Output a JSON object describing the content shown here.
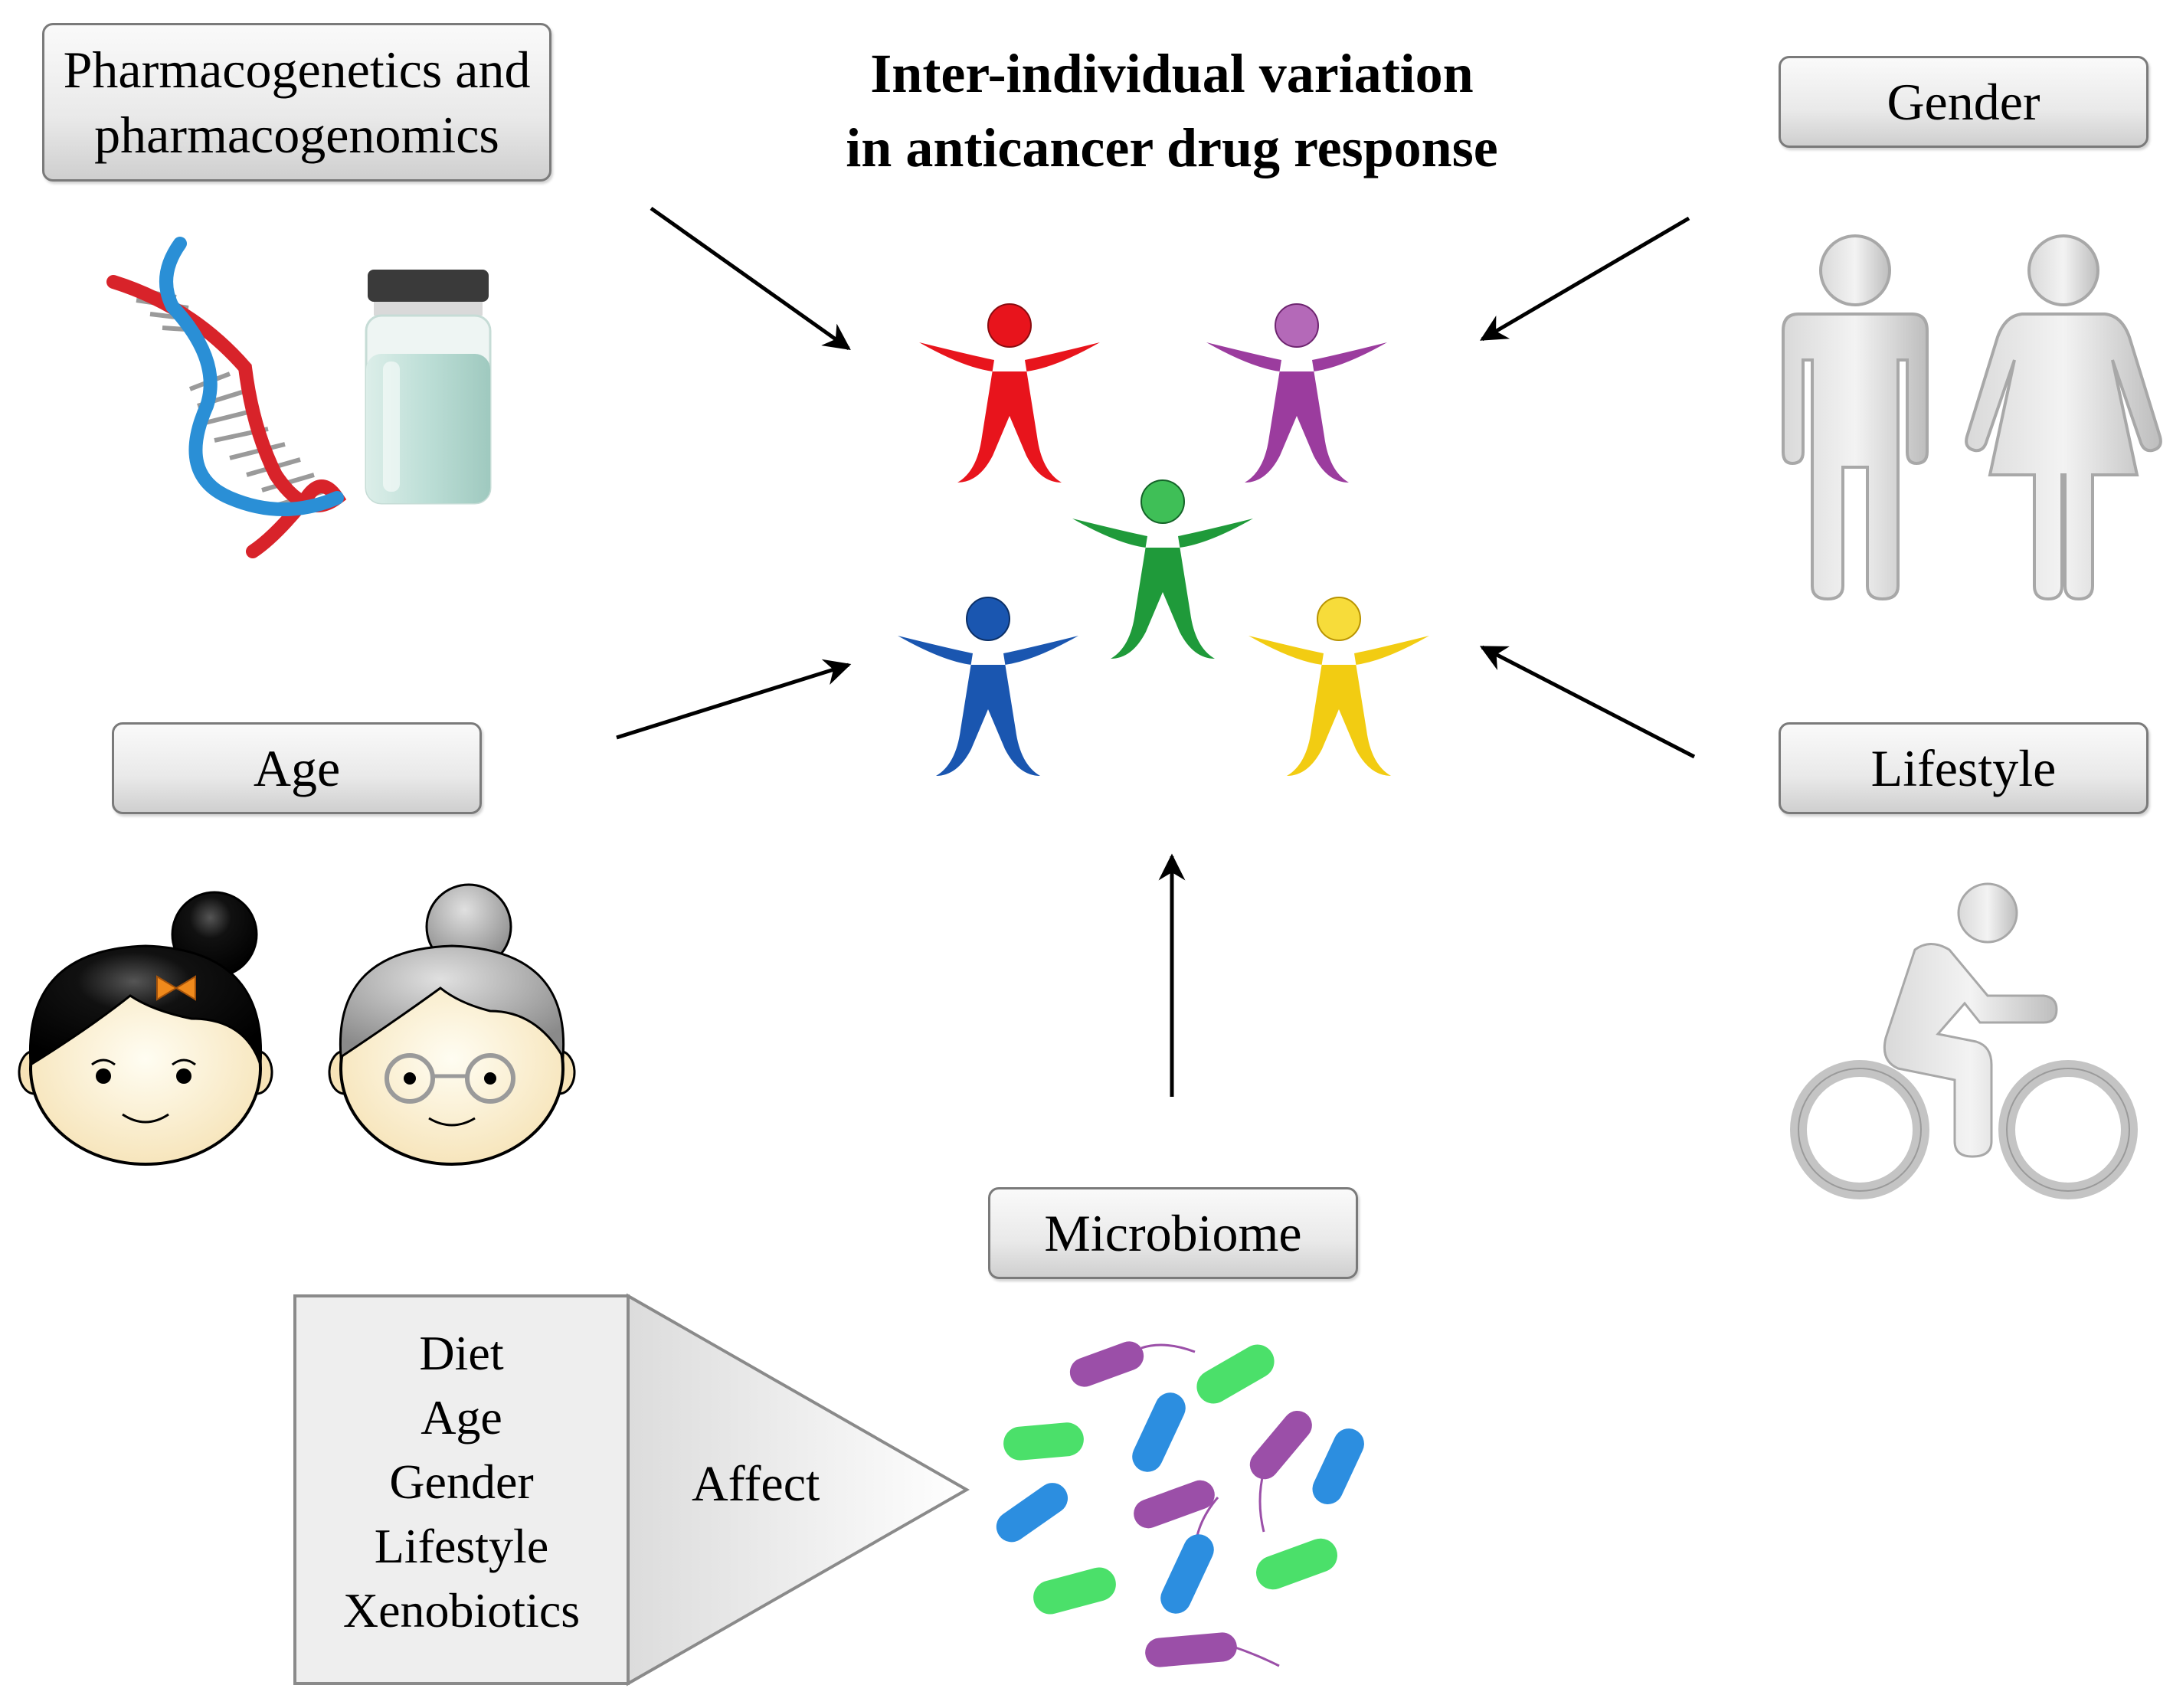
{
  "title": {
    "line1": "Inter-individual variation",
    "line2": "in anticancer drug response"
  },
  "factors": {
    "pharmacogenetics": {
      "line1": "Pharmacogenetics and",
      "line2": "pharmacogenomics"
    },
    "gender": "Gender",
    "age": "Age",
    "lifestyle": "Lifestyle",
    "microbiome": "Microbiome"
  },
  "microbiome_influences": {
    "items": [
      "Diet",
      "Age",
      "Gender",
      "Lifestyle",
      "Xenobiotics"
    ],
    "arrow_label": "Affect"
  },
  "colors": {
    "person_red": "#e8141c",
    "person_purple": "#9b3c9e",
    "person_green": "#1f9a3a",
    "person_blue": "#1a56b0",
    "person_yellow": "#f2cc12",
    "dna_red": "#d8232a",
    "dna_blue": "#2a8fd6",
    "icon_gray": "#c8c8c8",
    "bacteria_purple": "#9b4fa8",
    "bacteria_green": "#4be06a",
    "bacteria_blue": "#2c8ee0"
  },
  "icons": [
    "dna-icon",
    "vial-icon",
    "male-icon",
    "female-icon",
    "girl-face-icon",
    "grandmother-face-icon",
    "cyclist-icon",
    "bacteria-icon"
  ]
}
